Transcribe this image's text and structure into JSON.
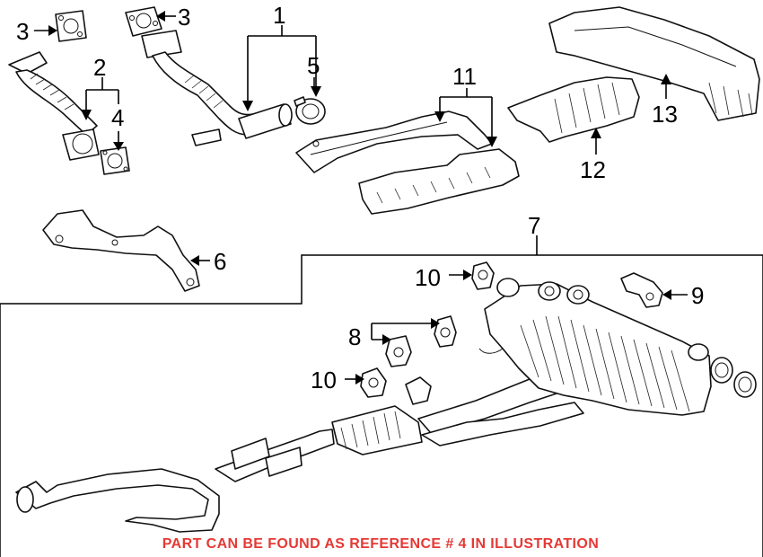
{
  "callouts": {
    "c1": "1",
    "c2": "2",
    "c3a": "3",
    "c3b": "3",
    "c4": "4",
    "c5": "5",
    "c6": "6",
    "c7": "7",
    "c8": "8",
    "c9": "9",
    "c10a": "10",
    "c10b": "10",
    "c11": "11",
    "c12": "12",
    "c13": "13"
  },
  "footer_note": "PART CAN BE FOUND AS REFERENCE # 4 IN ILLUSTRATION",
  "colors": {
    "line_art": "#111111",
    "note_text": "#e53935",
    "background": "#ffffff"
  }
}
